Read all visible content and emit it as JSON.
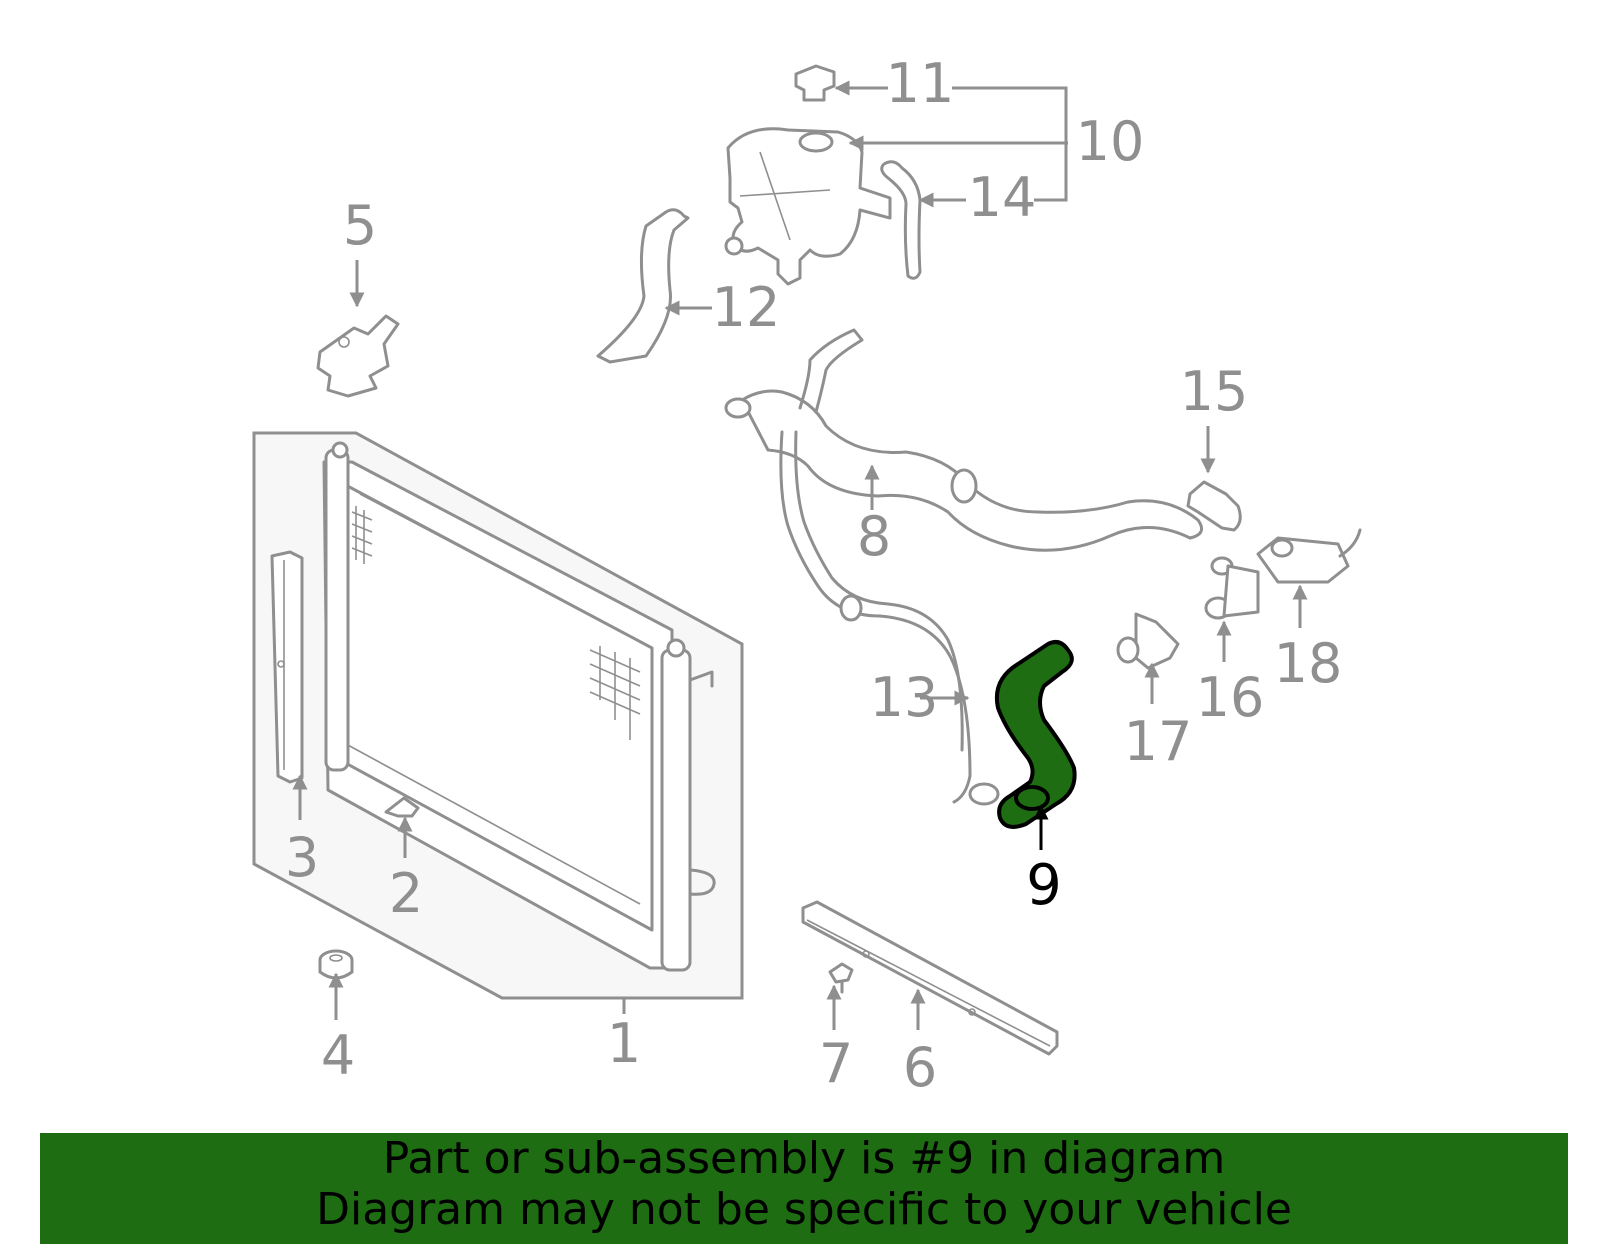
{
  "diagram": {
    "callouts": [
      {
        "id": "1",
        "label": "1",
        "highlight": false
      },
      {
        "id": "2",
        "label": "2",
        "highlight": false
      },
      {
        "id": "3",
        "label": "3",
        "highlight": false
      },
      {
        "id": "4",
        "label": "4",
        "highlight": false
      },
      {
        "id": "5",
        "label": "5",
        "highlight": false
      },
      {
        "id": "6",
        "label": "6",
        "highlight": false
      },
      {
        "id": "7",
        "label": "7",
        "highlight": false
      },
      {
        "id": "8",
        "label": "8",
        "highlight": false
      },
      {
        "id": "9",
        "label": "9",
        "highlight": true
      },
      {
        "id": "10",
        "label": "10",
        "highlight": false
      },
      {
        "id": "11",
        "label": "11",
        "highlight": false
      },
      {
        "id": "12",
        "label": "12",
        "highlight": false
      },
      {
        "id": "13",
        "label": "13",
        "highlight": false
      },
      {
        "id": "14",
        "label": "14",
        "highlight": false
      },
      {
        "id": "15",
        "label": "15",
        "highlight": false
      },
      {
        "id": "16",
        "label": "16",
        "highlight": false
      },
      {
        "id": "17",
        "label": "17",
        "highlight": false
      },
      {
        "id": "18",
        "label": "18",
        "highlight": false
      }
    ]
  },
  "banner": {
    "line1": "Part or sub-assembly is #9 in diagram",
    "line2": "Diagram may not be specific to your vehicle"
  },
  "colors": {
    "highlight_part": "#1e6d12",
    "banner_background": "#1e6d12",
    "parts_stroke": "#8f8f8f",
    "panel_fill": "#f7f7f7"
  }
}
